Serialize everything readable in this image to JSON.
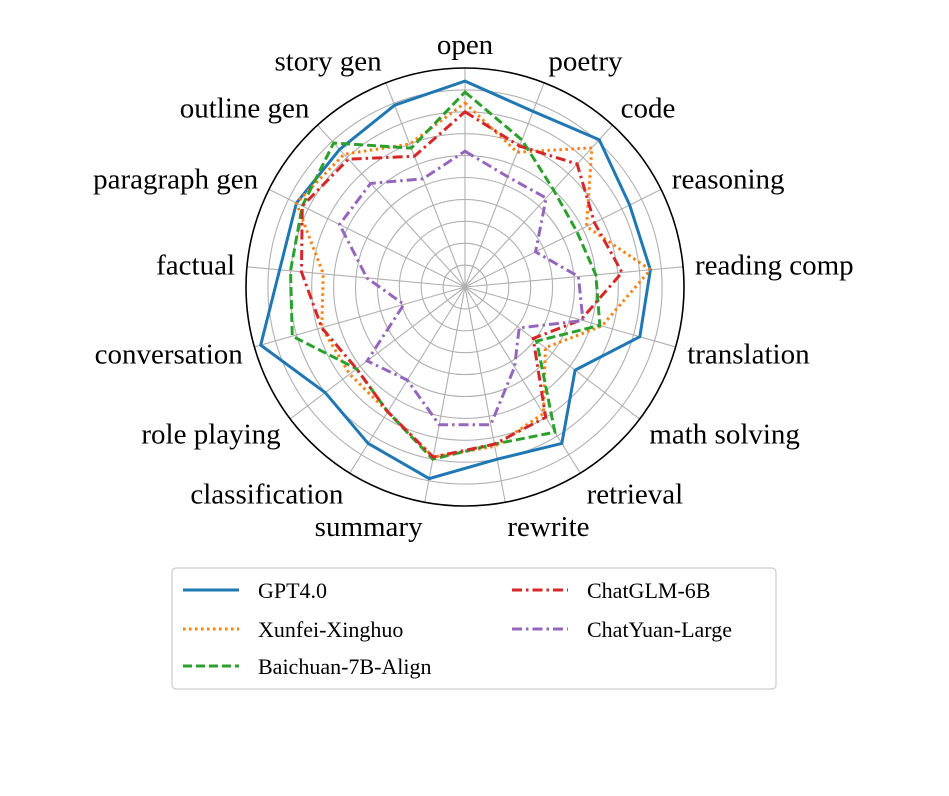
{
  "chart_data": {
    "type": "radar",
    "categories": [
      "open",
      "poetry",
      "code",
      "reasoning",
      "reading comp",
      "translation",
      "math solving",
      "retrieval",
      "rewrite",
      "summary",
      "classification",
      "role playing",
      "conversation",
      "factual",
      "paragraph gen",
      "outline gen",
      "story gen"
    ],
    "rlim": [
      0,
      1
    ],
    "grid": true,
    "legend_position": "bottom",
    "series": [
      {
        "name": "GPT4.0",
        "color": "#1f77b4",
        "dash": "solid",
        "values": [
          0.94,
          0.86,
          0.91,
          0.84,
          0.85,
          0.83,
          0.63,
          0.84,
          0.8,
          0.89,
          0.84,
          0.8,
          0.97,
          0.85,
          0.86,
          0.85,
          0.89
        ]
      },
      {
        "name": "Xunfei-Xinghuo",
        "color": "#ff7f0e",
        "dash": "dotted",
        "values": [
          0.84,
          0.66,
          0.86,
          0.62,
          0.85,
          0.65,
          0.46,
          0.68,
          0.74,
          0.79,
          0.67,
          0.66,
          0.68,
          0.65,
          0.86,
          0.82,
          0.7
        ]
      },
      {
        "name": "Baichuan-7B-Align",
        "color": "#2ca02c",
        "dash": "dashed",
        "values": [
          0.89,
          0.72,
          0.6,
          0.57,
          0.6,
          0.64,
          0.41,
          0.78,
          0.73,
          0.8,
          0.67,
          0.62,
          0.82,
          0.8,
          0.83,
          0.89,
          0.68
        ]
      },
      {
        "name": "ChatGLM-6B",
        "color": "#d62728",
        "dash": "dashdot",
        "values": [
          0.8,
          0.69,
          0.76,
          0.66,
          0.72,
          0.55,
          0.39,
          0.7,
          0.73,
          0.79,
          0.67,
          0.62,
          0.68,
          0.75,
          0.83,
          0.79,
          0.64
        ]
      },
      {
        "name": "ChatYuan-Large",
        "color": "#9467bd",
        "dash": "dashdot",
        "values": [
          0.62,
          0.54,
          0.55,
          0.36,
          0.52,
          0.56,
          0.31,
          0.43,
          0.64,
          0.64,
          0.5,
          0.56,
          0.29,
          0.45,
          0.64,
          0.64,
          0.53
        ]
      }
    ]
  }
}
